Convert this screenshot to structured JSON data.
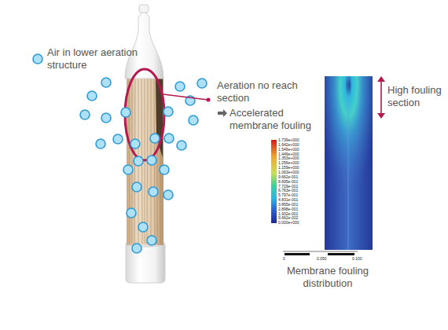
{
  "diagram": {
    "labels": [
      "Aeration no reach section",
      "Accelerated membrane fouling",
      "High fouling section",
      "Membrane fouling distribution",
      "1.739e+000",
      "1.642e+000",
      "1.546e+000",
      "1.449e+000",
      "1.353e+000",
      "1.256e+000",
      "1.159e+000",
      "1.063e+000",
      "9.662e-001",
      "8.695e-001",
      "7.729e-001",
      "6.763e-001",
      "5.797e-001",
      "4.831e-001",
      "3.865e-001",
      "2.898e-001",
      "1.932e-001",
      "9.662e-002",
      "0.000e+000",
      "0",
      "0.050",
      "0.100"
    ],
    "legend": [
      {
        "text": "Air in lower aeration structure"
      }
    ]
  }
}
